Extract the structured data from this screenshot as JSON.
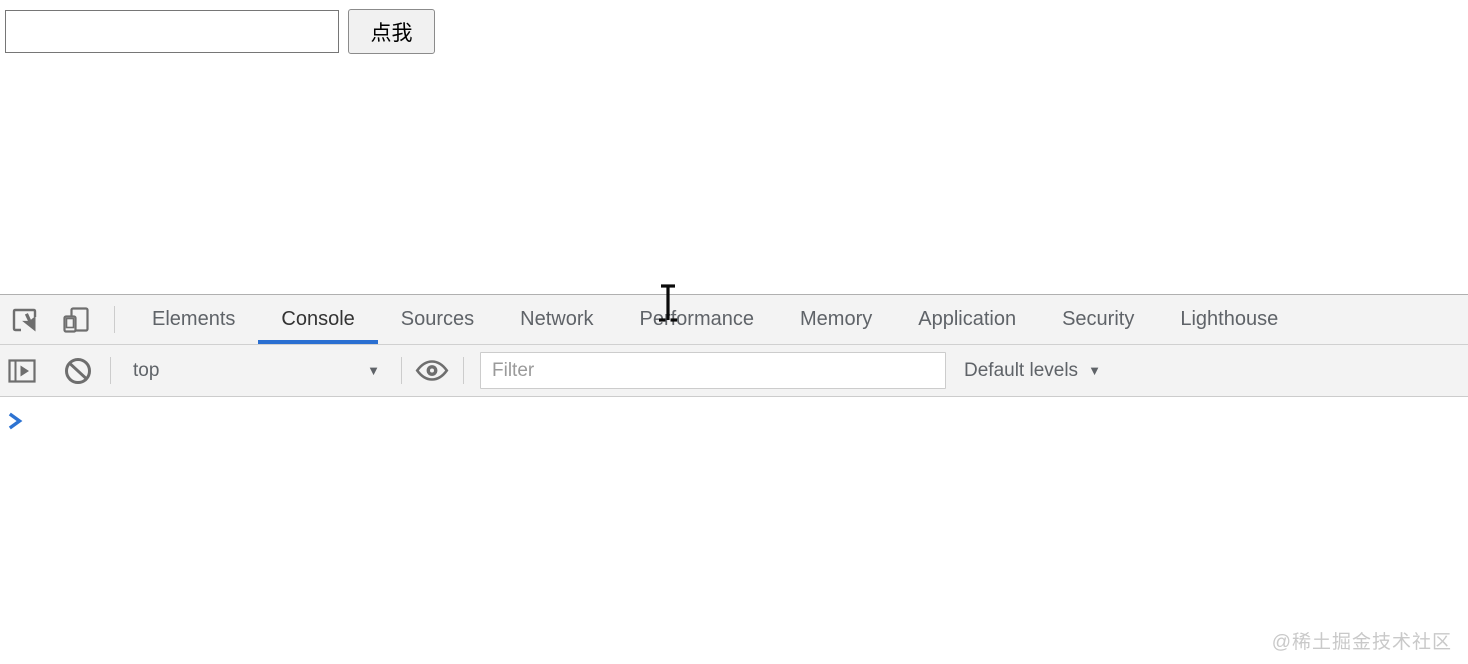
{
  "page": {
    "text_input": {
      "value": "",
      "placeholder": ""
    },
    "button_label": "点我"
  },
  "devtools": {
    "tabs": [
      {
        "label": "Elements"
      },
      {
        "label": "Console"
      },
      {
        "label": "Sources"
      },
      {
        "label": "Network"
      },
      {
        "label": "Performance"
      },
      {
        "label": "Memory"
      },
      {
        "label": "Application"
      },
      {
        "label": "Security"
      },
      {
        "label": "Lighthouse"
      }
    ],
    "active_tab": "Console",
    "console_toolbar": {
      "context_label": "top",
      "dropdown_arrow": "▼",
      "filter_placeholder": "Filter",
      "levels_label": "Default levels"
    },
    "console": {
      "prompt_symbol": ">"
    },
    "colors": {
      "toolbar_bg": "#f3f3f3",
      "active_tab_underline": "#2a6fd1",
      "prompt_chevron_blue": "#2d73d2",
      "icon_gray": "#6e6e6e"
    }
  },
  "watermark": "@稀土掘金技术社区"
}
